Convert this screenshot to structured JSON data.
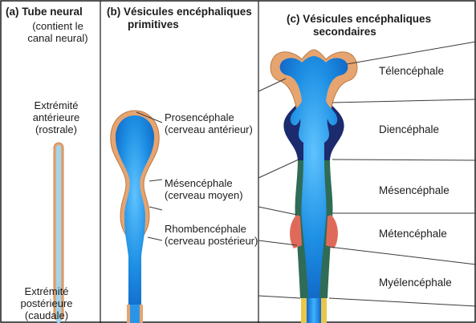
{
  "panel_a": {
    "title": "(a) Tube neural",
    "subtitle_1": "(contient le",
    "subtitle_2": "canal neural)",
    "anterior_1": "Extrémité",
    "anterior_2": "antérieure",
    "anterior_3": "(rostrale)",
    "posterior_1": "Extrémité",
    "posterior_2": "postérieure",
    "posterior_3": "(caudale)"
  },
  "panel_b": {
    "title_1": "(b) Vésicules encéphaliques",
    "title_2": "primitives",
    "vesicles": [
      {
        "name": "Prosencéphale",
        "gloss": "(cerveau antérieur)"
      },
      {
        "name": "Mésencéphale",
        "gloss": "(cerveau moyen)"
      },
      {
        "name": "Rhombencéphale",
        "gloss": "(cerveau postérieur)"
      }
    ]
  },
  "panel_c": {
    "title_1": "(c) Vésicules encéphaliques",
    "title_2": "secondaires",
    "vesicles": [
      "Télencéphale",
      "Diencéphale",
      "Mésencéphale",
      "Métencéphale",
      "Myélencéphale"
    ]
  },
  "colors": {
    "lumen": "#1f8fe0",
    "wall": "#e8a872",
    "diencephalon_wall": "#1c2a6e",
    "mesencephalon_wall": "#2f6b55",
    "metencephalon_wall": "#e06a5a",
    "spinal_wall": "#e8c64a"
  }
}
